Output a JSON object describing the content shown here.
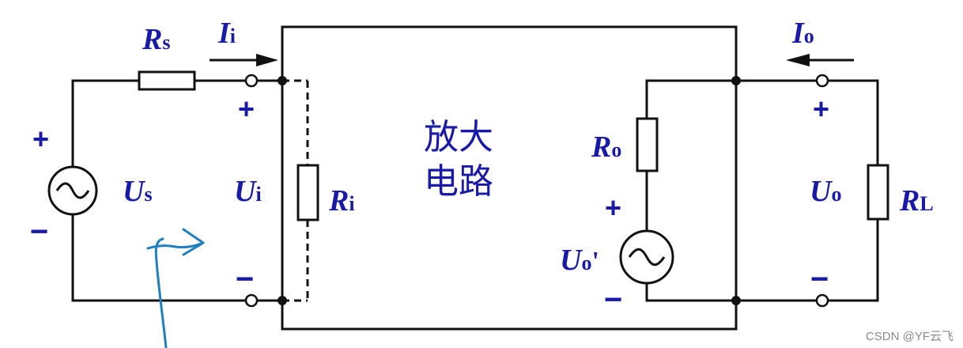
{
  "labels": {
    "rs_main": "R",
    "rs_sub": "s",
    "ii_main": "I",
    "ii_sub": "i",
    "io_main": "I",
    "io_sub": "o",
    "us_main": "U",
    "us_sub": "s",
    "ui_main": "U",
    "ui_sub": "i",
    "ri_main": "R",
    "ri_sub": "i",
    "ro_main": "R",
    "ro_sub": "o",
    "uo_src_main": "U",
    "uo_src_sub": "o",
    "uo_src_prime": "'",
    "uo_main": "U",
    "uo_sub": "o",
    "rl_main": "R",
    "rl_sub": "L"
  },
  "block": {
    "line1": "放大",
    "line2": "电路"
  },
  "signs": {
    "plus": "+",
    "minus": "−"
  },
  "watermark": "CSDN @YF云飞",
  "colors": {
    "label": "#1a1aa8",
    "wire": "#111111",
    "annotation": "#1f7fc0"
  }
}
